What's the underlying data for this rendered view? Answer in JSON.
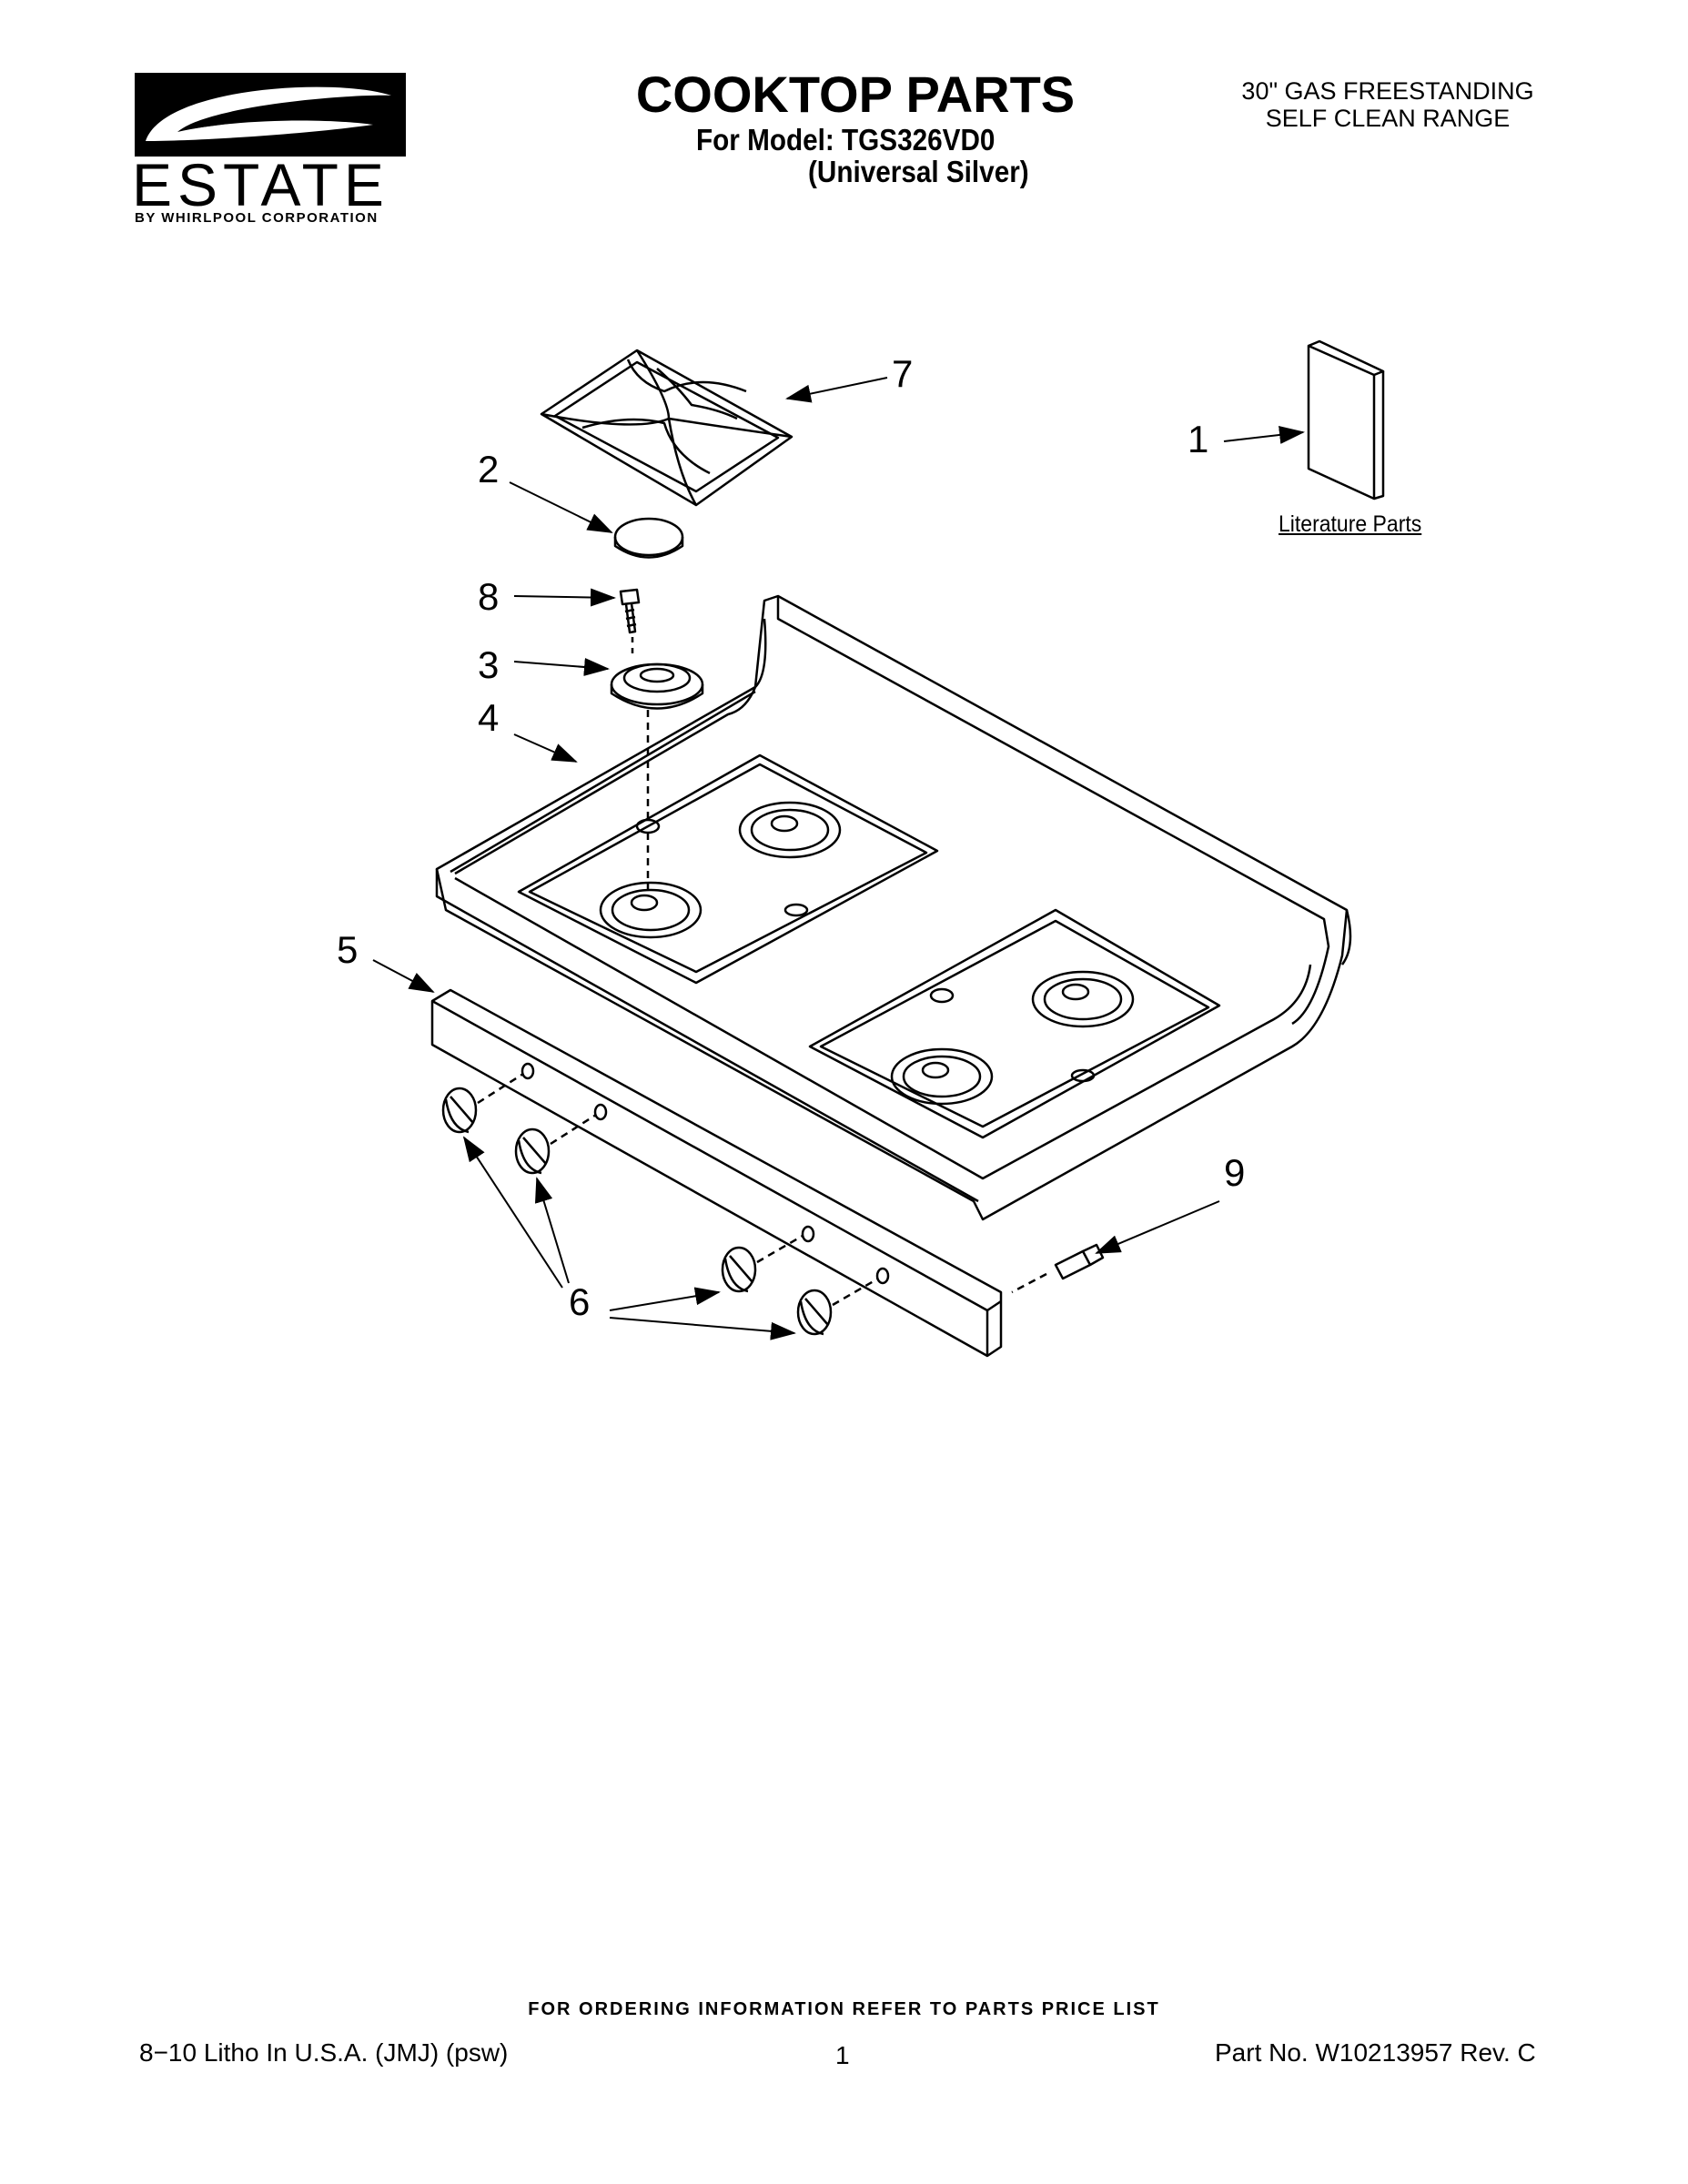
{
  "header": {
    "brand": "ESTATE",
    "brand_sub": "BY WHIRLPOOL CORPORATION",
    "title": "COOKTOP PARTS",
    "model_line": "For Model: TGS326VD0",
    "color_line": "(Universal Silver)",
    "product_line1": "30\" GAS FREESTANDING",
    "product_line2": "SELF CLEAN RANGE"
  },
  "diagram": {
    "callouts": [
      "1",
      "2",
      "3",
      "4",
      "5",
      "6",
      "7",
      "8",
      "9"
    ],
    "literature_label": "Literature Parts"
  },
  "footer": {
    "ordering_note": "FOR ORDERING INFORMATION REFER TO PARTS PRICE LIST",
    "litho": "8−10 Litho In U.S.A. (JMJ) (psw)",
    "page_number": "1",
    "part_number": "Part No. W10213957 Rev. C"
  }
}
